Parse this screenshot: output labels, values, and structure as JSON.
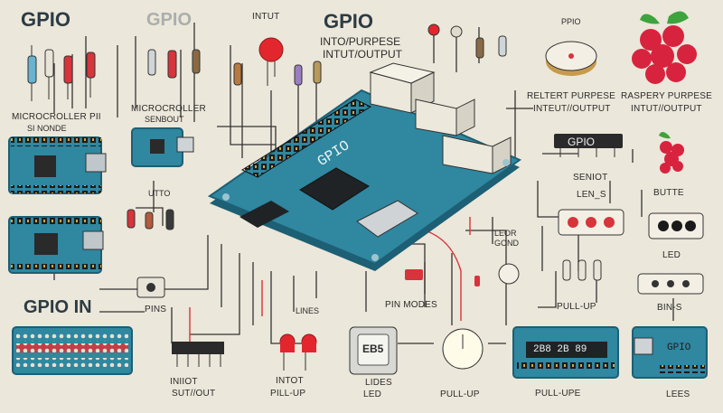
{
  "titles": {
    "top_left": "GPIO",
    "top_left_faded": "GPIO",
    "center": "GPIO",
    "center_sub1": "INTO/PURPESE",
    "center_sub2": "INTUT/OUTPUT",
    "gpio_in": "GPIO IN"
  },
  "labels": {
    "intut_top": "INTUT",
    "microcroller": "MICROCROLLER PII",
    "microcroller_small": "SI    NONDE",
    "microcroller2": "MICROCROLLER",
    "senbout": "SENBOUT",
    "utto": "UTTO",
    "reltert_purpese": "RELTERT PURPESE",
    "intut_output_r": "INTEUT//OUTPUT",
    "raspery_purpese": "RASPERY PURPESE",
    "intut_output_rr": "INTUT//OUTPUT",
    "pipo_small": "PPIO",
    "gpio_strip": "GPIO",
    "seniot": "SENIOT",
    "len_s": "LEN_S",
    "butte": "BUTTE",
    "led_right": "LED",
    "pull_up_right": "PULL-UP",
    "bin_s": "BIN-S",
    "pins": "PINS",
    "lines": "LINES",
    "pin_modes": "PIN MODES",
    "intiot": "INIIOT",
    "sut_out": "SUT//OUT",
    "intot": "INTOT",
    "pill_up": "PILL-UP",
    "lides": "LIDES",
    "led_bottom": "LED",
    "pull_up_center": "PULL-UP",
    "pull_upe": "PULL-UPE",
    "lees": "LEES",
    "leor": "LEOR",
    "gond": "GOND",
    "eb5": "EB5",
    "board_gpio": "GPIO",
    "bottom_right_board": "GPIO",
    "strip_num": "2B8 2B 89"
  },
  "colors": {
    "background": "#ebe7da",
    "pcb": "#2f87a0",
    "pcb_edge": "#1d5f74",
    "header": "#2a2a2a",
    "wire": "#333333",
    "red_wire": "#d9323a",
    "led_red": "#e3262e",
    "raspberry": "#d8233f",
    "leaf": "#3da33d"
  },
  "icons": [
    "raspberry-icon",
    "led-icon",
    "button-icon",
    "resistor-icon",
    "chip-icon"
  ]
}
